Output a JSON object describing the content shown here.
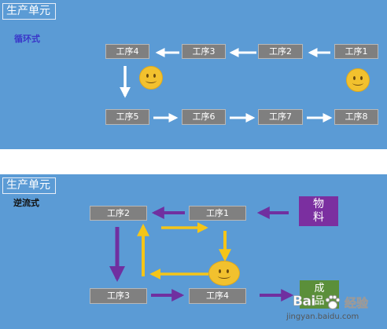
{
  "panel1": {
    "title": "生产单元",
    "kind": "循环式",
    "background": "#5b9bd5",
    "node_color": "#7f7f7f",
    "arrow_color": "#ffffff",
    "steps": {
      "s1": "工序1",
      "s2": "工序2",
      "s3": "工序3",
      "s4": "工序4",
      "s5": "工序5",
      "s6": "工序6",
      "s7": "工序7",
      "s8": "工序8"
    }
  },
  "panel2": {
    "title": "生产单元",
    "kind": "逆流式",
    "background": "#5b9bd5",
    "node_color": "#808080",
    "material_arrow_color": "#7030a0",
    "worker_arrow_color": "#f5c518",
    "steps": {
      "s1": "工序1",
      "s2": "工序2",
      "s3": "工序3",
      "s4": "工序4"
    },
    "material_line1": "物",
    "material_line2": "料",
    "product_line1": "成",
    "product_line2": "品"
  },
  "watermark": {
    "brand": "Bai",
    "brand_suffix": "经验",
    "url": "jingyan.baidu.com"
  }
}
